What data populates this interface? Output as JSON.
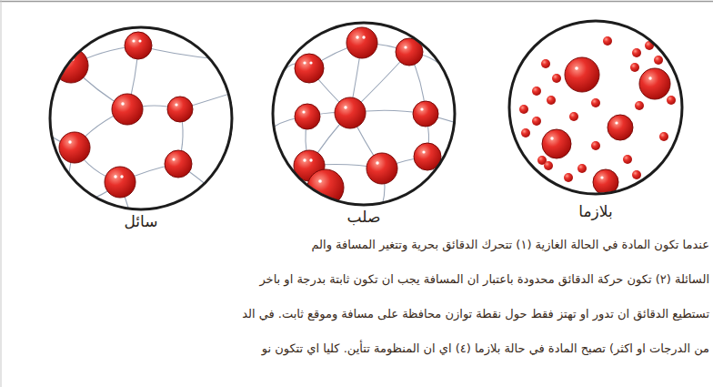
{
  "diagram": {
    "nodes": [
      {
        "text": [
          "بلازما"
        ]
      },
      {
        "text": [
          "صلب"
        ]
      },
      {
        "text": [
          "سائل"
        ]
      }
    ],
    "labels": [
      "عندما تكون المادة في الحالة الغازية (١) تتحرك الدقائق بحرية وتتغير المسافة والم",
      "السائلة (٢) تكون حركة الدقائق محدودة باعتبار ان المسافة يجب ان تكون ثابتة بدرجة او باخر",
      "تستطيع الدقائق ان تدور او تهتز فقط حول نقطة توازن محافظة على مسافة وموقع ثابت. في الد",
      "من الدرجات او اكثر) تصبح المادة في حالة بلازما (٤) اي ان المنظومة تتأين. كليا اي تتكون نو"
    ]
  }
}
